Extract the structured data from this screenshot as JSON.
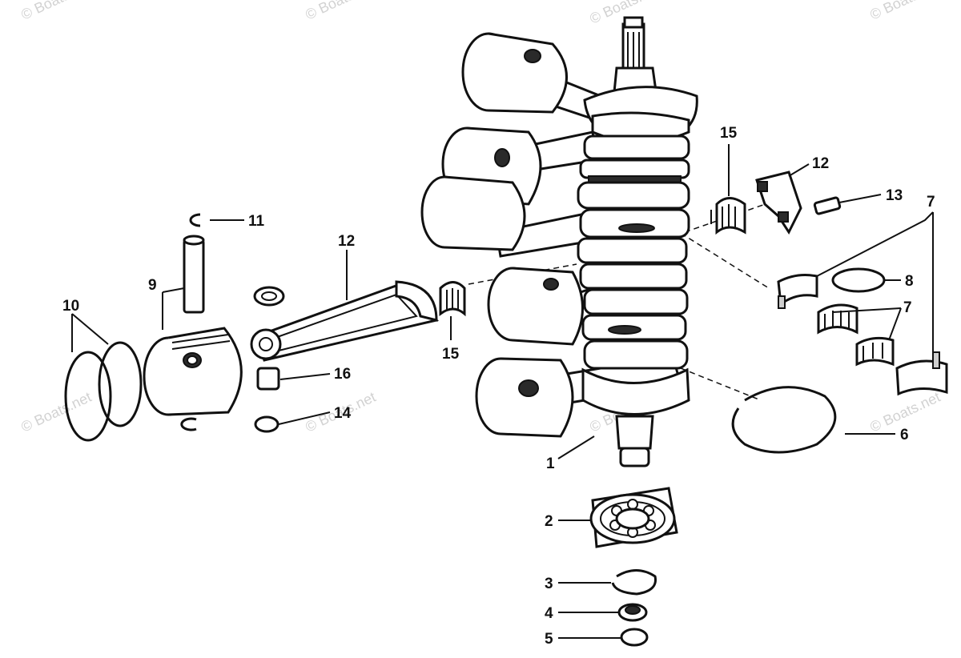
{
  "watermark": "© Boats.net",
  "callouts": {
    "c1": "1",
    "c2": "2",
    "c3": "3",
    "c4": "4",
    "c5": "5",
    "c6": "6",
    "c7a": "7",
    "c7b": "7",
    "c8": "8",
    "c9": "9",
    "c10": "10",
    "c11": "11",
    "c12a": "12",
    "c12b": "12",
    "c13": "13",
    "c14": "14",
    "c15a": "15",
    "c15b": "15",
    "c16": "16"
  }
}
